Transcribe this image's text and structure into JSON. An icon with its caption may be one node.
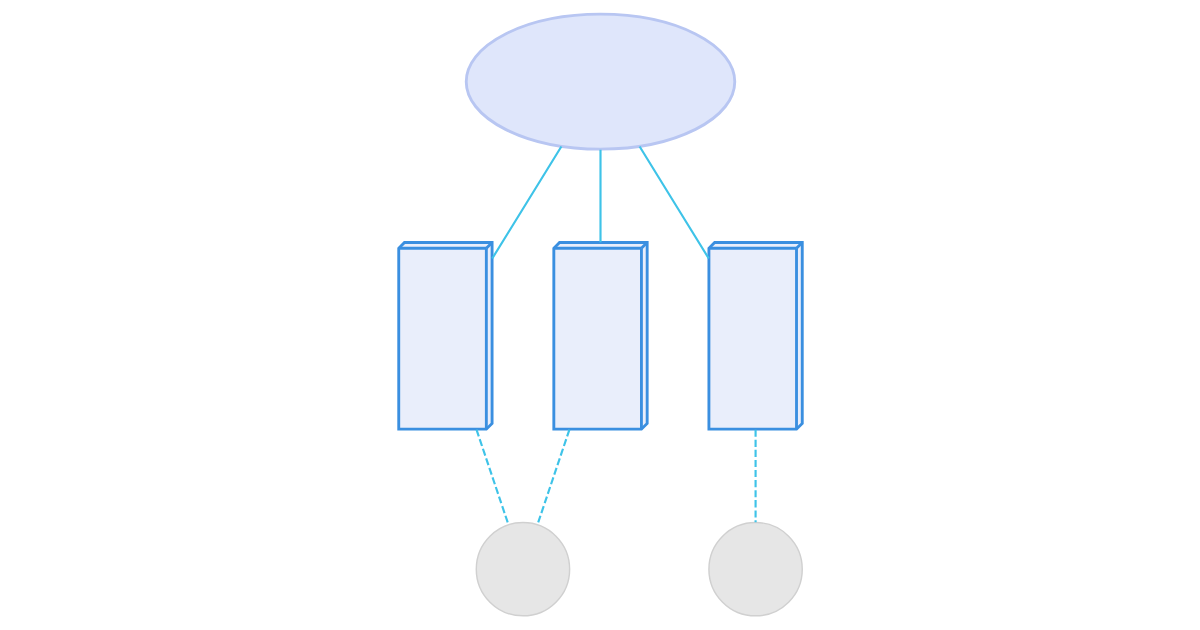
{
  "diagram": {
    "nodes": [
      {
        "text": [],
        "shape": "cloud"
      },
      {
        "text": [],
        "shape": "box"
      },
      {
        "text": [],
        "shape": "box"
      },
      {
        "text": [],
        "shape": "box"
      },
      {
        "text": [],
        "shape": "circle"
      },
      {
        "text": [],
        "shape": "circle"
      }
    ],
    "edges": [
      {
        "from": 0,
        "to": 1,
        "arrow": "none"
      },
      {
        "from": 0,
        "to": 2,
        "arrow": "none"
      },
      {
        "from": 0,
        "to": 3,
        "arrow": "none"
      },
      {
        "from": 1,
        "to": 4,
        "arrow": "none",
        "style": "dashed"
      },
      {
        "from": 2,
        "to": 4,
        "arrow": "none",
        "style": "dashed"
      },
      {
        "from": 3,
        "to": 5,
        "arrow": "none",
        "style": "dashed"
      }
    ]
  }
}
